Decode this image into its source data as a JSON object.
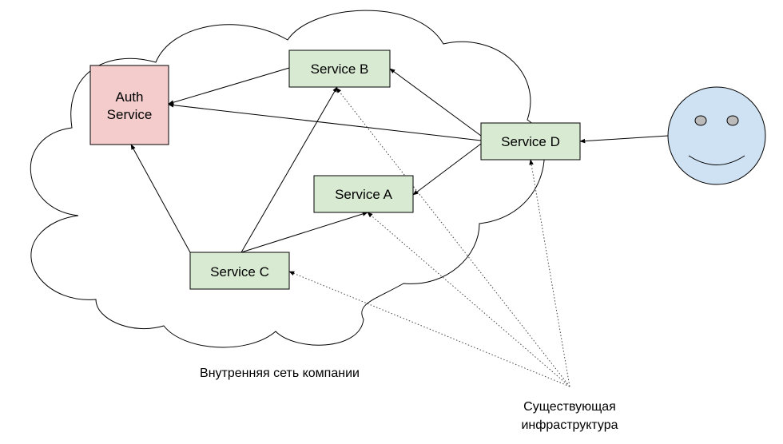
{
  "nodes": {
    "auth": {
      "label_line1": "Auth",
      "label_line2": "Service",
      "fill": "#f4cccc"
    },
    "service_b": {
      "label": "Service B",
      "fill": "#d9ead3"
    },
    "service_a": {
      "label": "Service A",
      "fill": "#d9ead3"
    },
    "service_c": {
      "label": "Service C",
      "fill": "#d9ead3"
    },
    "service_d": {
      "label": "Service D",
      "fill": "#d9ead3"
    }
  },
  "cloud": {
    "caption": "Внутренняя сеть компании"
  },
  "infrastructure": {
    "caption_line1": "Существующая",
    "caption_line2": "инфраструктура"
  },
  "user": {
    "face_color": "#cfe2f3"
  },
  "edges": [
    {
      "from": "service_b",
      "to": "auth"
    },
    {
      "from": "service_d",
      "to": "auth"
    },
    {
      "from": "service_c",
      "to": "auth"
    },
    {
      "from": "service_c",
      "to": "service_b"
    },
    {
      "from": "service_c",
      "to": "service_a"
    },
    {
      "from": "service_d",
      "to": "service_b"
    },
    {
      "from": "service_d",
      "to": "service_a"
    },
    {
      "from": "user",
      "to": "service_d"
    }
  ],
  "infra_links": [
    "service_b",
    "service_a",
    "service_c",
    "service_d"
  ]
}
